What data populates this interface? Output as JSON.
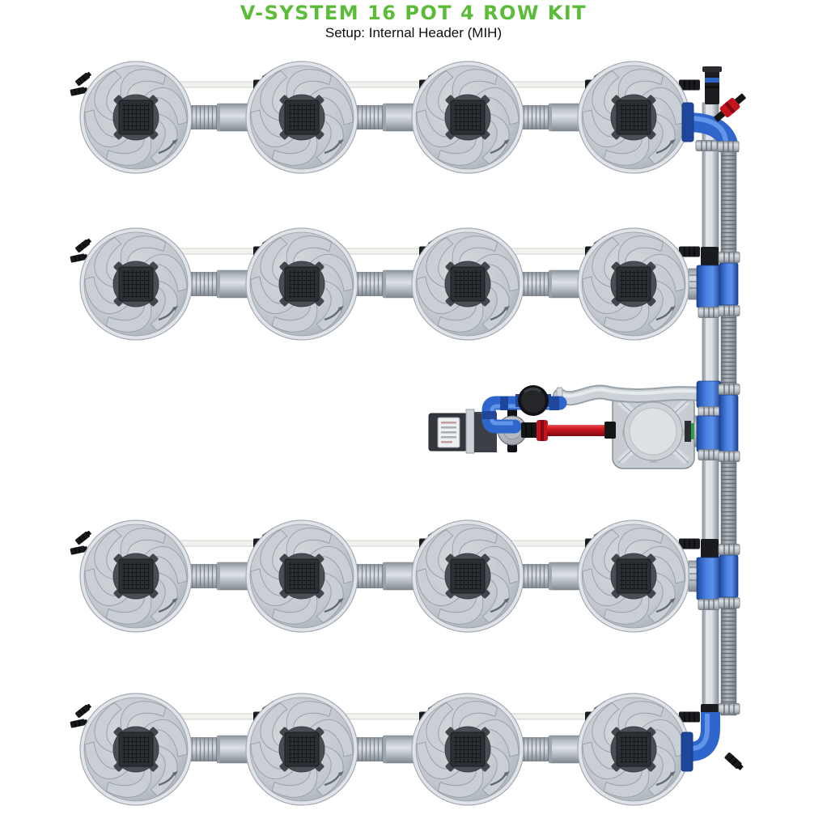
{
  "header": {
    "title": "V-SYSTEM 16 POT 4 ROW KIT",
    "subtitle": "Setup: Internal Header (MIH)"
  },
  "colors": {
    "title_green": "#5abc37",
    "pipe_blue": "#2f66cc",
    "pipe_blue_dark": "#1e479c",
    "valve_red": "#c3141e",
    "pot_gray": "#c6cbd1",
    "pipe_gray": "#c3cad0",
    "hose_gray": "#9aa1a8",
    "background": "#ffffff"
  },
  "system": {
    "total_pots": 16,
    "rows": 4,
    "pots_per_row": 4,
    "setup_type": "Internal Header (MIH)",
    "components": [
      {
        "name": "grow-pot",
        "count": 16
      },
      {
        "name": "inter-pot-pipe",
        "count": 12
      },
      {
        "name": "feed-tube-run",
        "count": 4
      },
      {
        "name": "internal-header-pipe",
        "count": 1
      },
      {
        "name": "corrugated-return-hose",
        "count": 1
      },
      {
        "name": "water-pump",
        "count": 1
      },
      {
        "name": "inline-ball-valve",
        "count": 1
      },
      {
        "name": "red-check-valve",
        "count": 1
      },
      {
        "name": "red-drain-valve",
        "count": 1
      },
      {
        "name": "reservoir",
        "count": 1
      },
      {
        "name": "blue-union-segment",
        "count": 6
      },
      {
        "name": "blue-elbow",
        "count": 2
      }
    ]
  }
}
